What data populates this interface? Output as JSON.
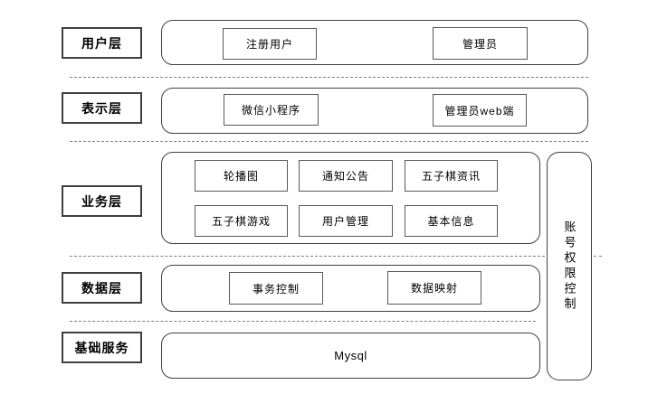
{
  "diagram": {
    "rows": [
      {
        "layer": "用户层",
        "items": [
          "注册用户",
          "管理员"
        ]
      },
      {
        "layer": "表示层",
        "items": [
          "微信小程序",
          "管理员web端"
        ]
      },
      {
        "layer": "业务层",
        "items": [
          "轮播图",
          "通知公告",
          "五子棋资讯",
          "五子棋游戏",
          "用户管理",
          "基本信息"
        ]
      },
      {
        "layer": "数据层",
        "items": [
          "事务控制",
          "数据映射"
        ]
      },
      {
        "layer": "基础服务",
        "items": [
          "Mysql"
        ]
      }
    ],
    "side_panel": {
      "label": "账号权限控制"
    },
    "colors": {
      "background": "#ffffff",
      "container_border": "#404040",
      "inner_border": "#595959",
      "dash": "#7f7f7f",
      "text": "#000000"
    }
  }
}
